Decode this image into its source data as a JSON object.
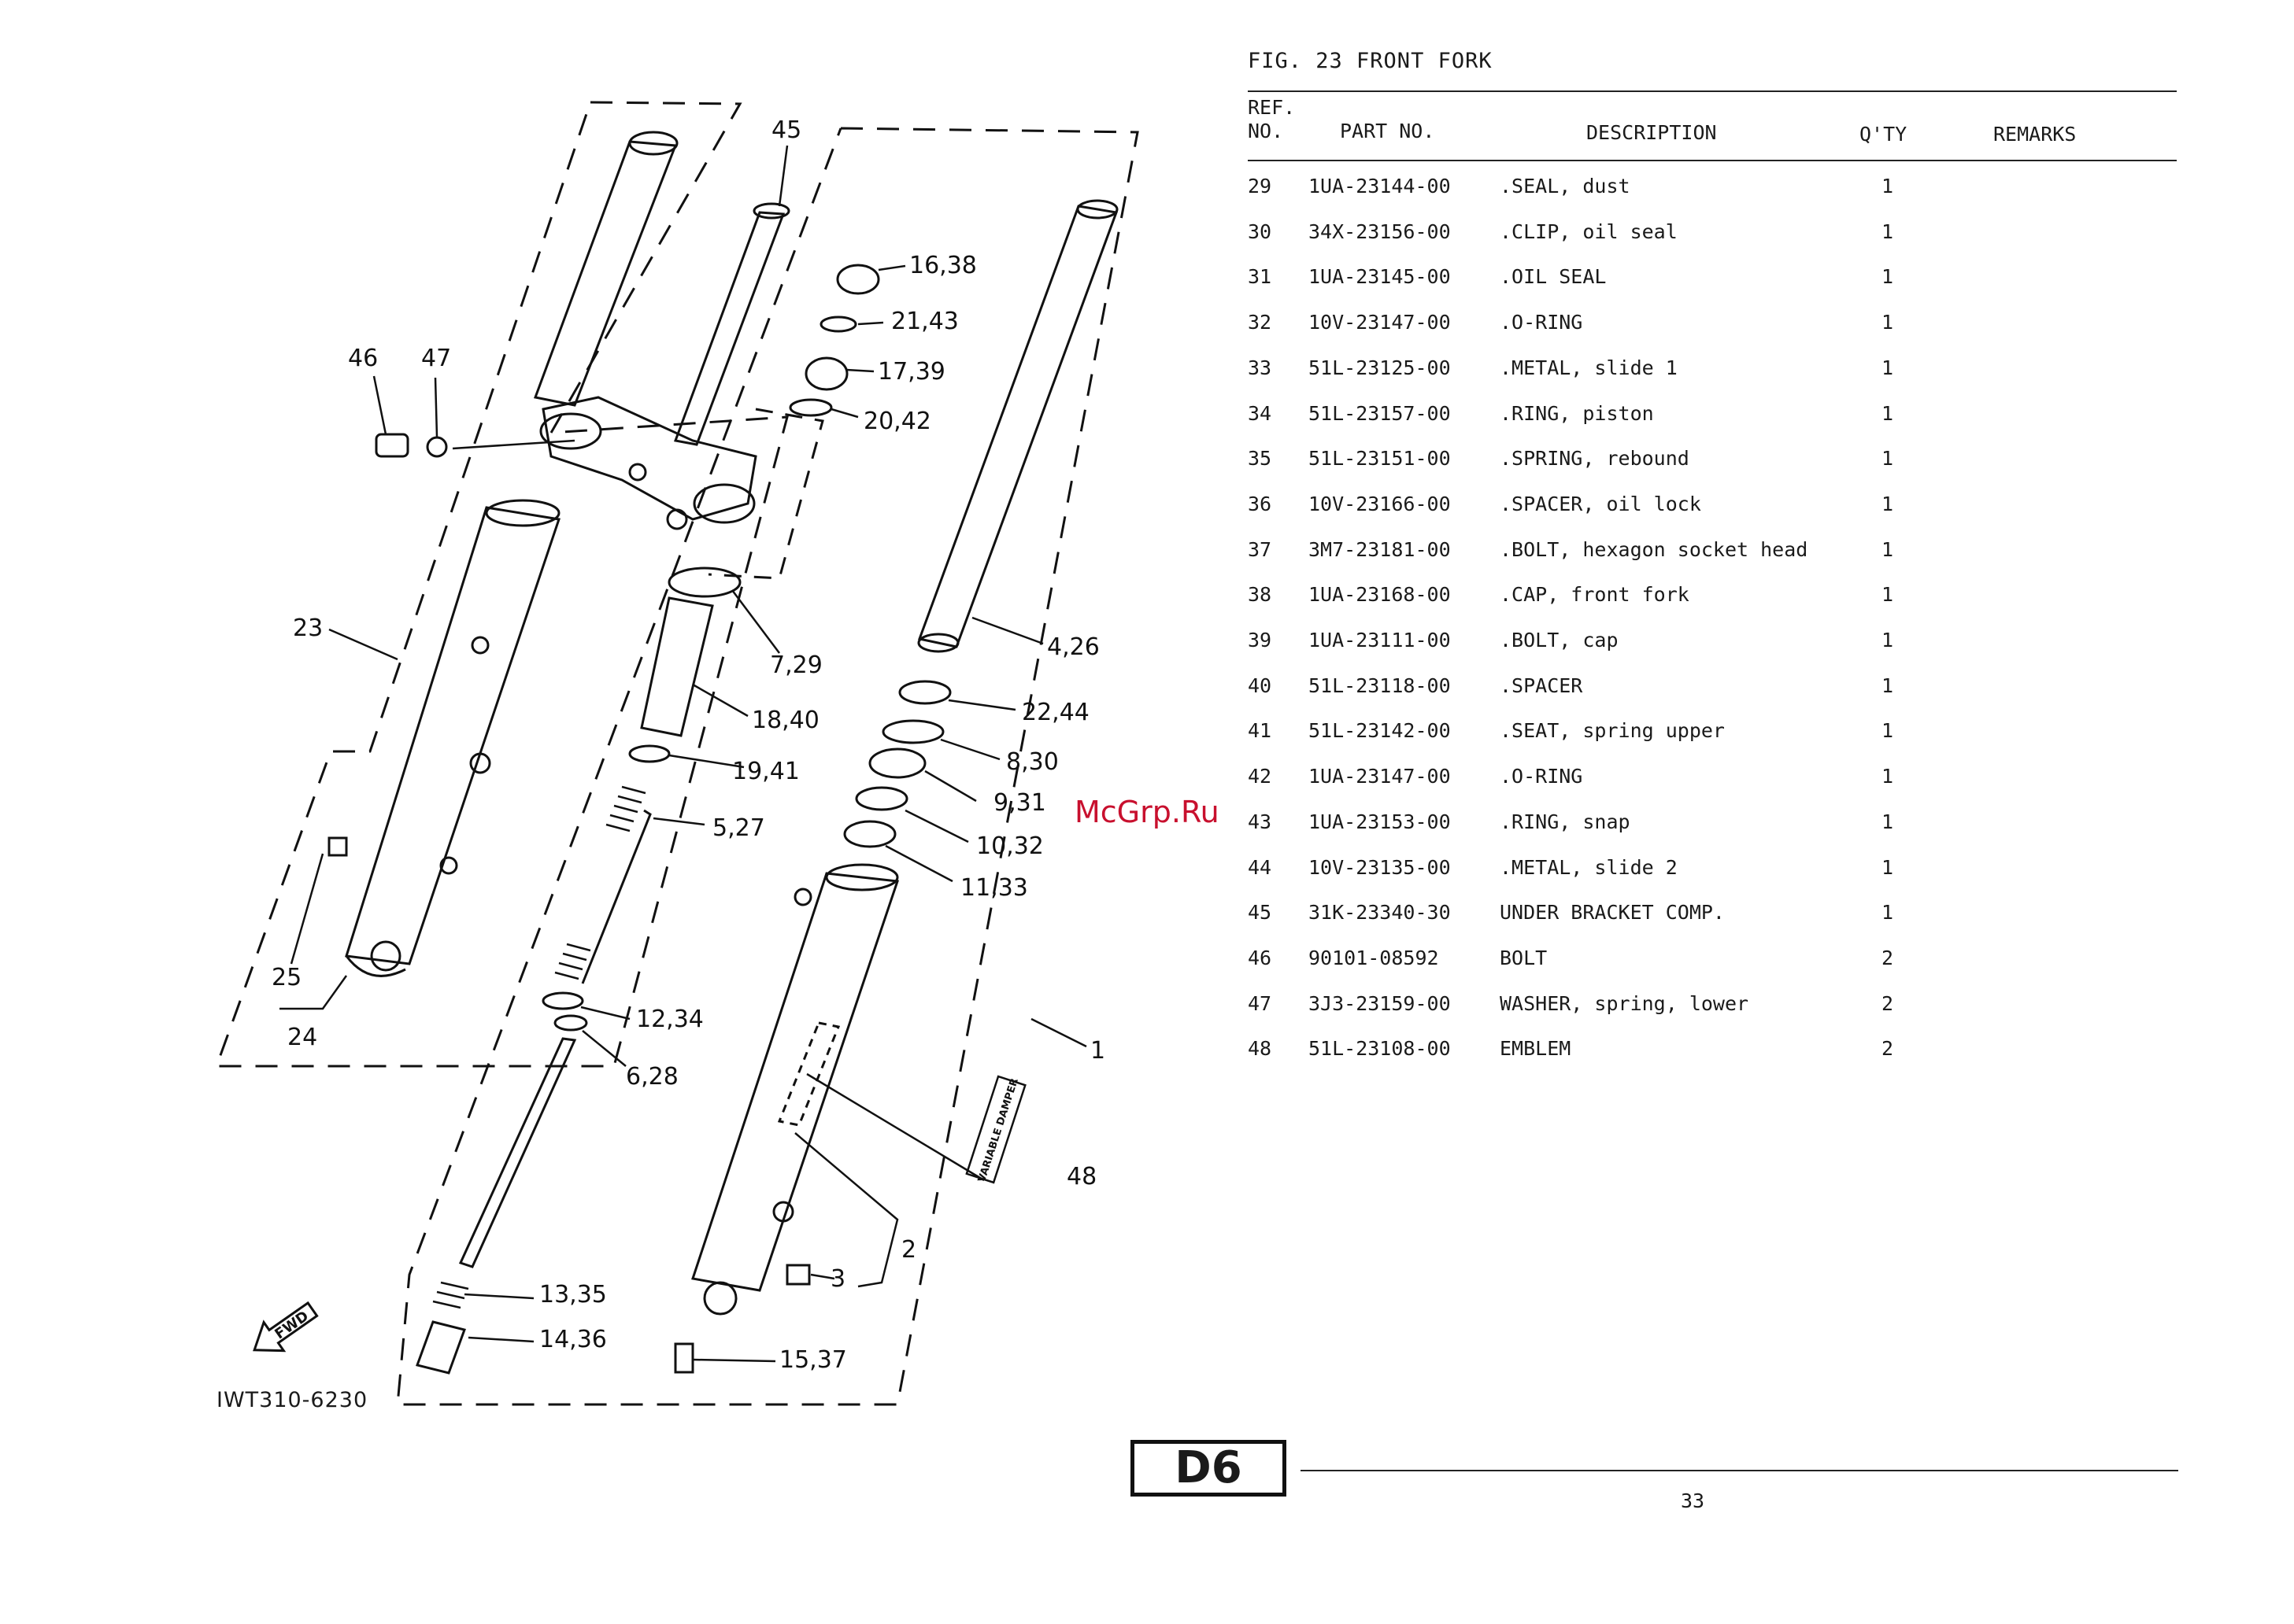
{
  "figure": {
    "title": "FIG. 23  FRONT FORK",
    "drawing_code": "IWT310-6230",
    "section": "D6",
    "page": "33",
    "watermark": "McGrp.Ru"
  },
  "table": {
    "headers": {
      "ref_line1": "REF.",
      "ref_line2": "NO.",
      "part": "PART NO.",
      "desc": "DESCRIPTION",
      "qty": "Q'TY",
      "remarks": "REMARKS"
    },
    "rows": [
      {
        "ref": "29",
        "part": "1UA-23144-00",
        "desc": ".SEAL, dust",
        "qty": "1"
      },
      {
        "ref": "30",
        "part": "34X-23156-00",
        "desc": ".CLIP, oil seal",
        "qty": "1"
      },
      {
        "ref": "31",
        "part": "1UA-23145-00",
        "desc": ".OIL SEAL",
        "qty": "1"
      },
      {
        "ref": "32",
        "part": "10V-23147-00",
        "desc": ".O-RING",
        "qty": "1"
      },
      {
        "ref": "33",
        "part": "51L-23125-00",
        "desc": ".METAL, slide 1",
        "qty": "1"
      },
      {
        "ref": "34",
        "part": "51L-23157-00",
        "desc": ".RING, piston",
        "qty": "1"
      },
      {
        "ref": "35",
        "part": "51L-23151-00",
        "desc": ".SPRING, rebound",
        "qty": "1"
      },
      {
        "ref": "36",
        "part": "10V-23166-00",
        "desc": ".SPACER, oil lock",
        "qty": "1"
      },
      {
        "ref": "37",
        "part": "3M7-23181-00",
        "desc": ".BOLT, hexagon socket head",
        "qty": "1"
      },
      {
        "ref": "38",
        "part": "1UA-23168-00",
        "desc": ".CAP, front fork",
        "qty": "1"
      },
      {
        "ref": "39",
        "part": "1UA-23111-00",
        "desc": ".BOLT, cap",
        "qty": "1"
      },
      {
        "ref": "40",
        "part": "51L-23118-00",
        "desc": ".SPACER",
        "qty": "1"
      },
      {
        "ref": "41",
        "part": "51L-23142-00",
        "desc": ".SEAT, spring upper",
        "qty": "1"
      },
      {
        "ref": "42",
        "part": "1UA-23147-00",
        "desc": ".O-RING",
        "qty": "1"
      },
      {
        "ref": "43",
        "part": "1UA-23153-00",
        "desc": ".RING, snap",
        "qty": "1"
      },
      {
        "ref": "44",
        "part": "10V-23135-00",
        "desc": ".METAL, slide 2",
        "qty": "1"
      },
      {
        "ref": "45",
        "part": "31K-23340-30",
        "desc": "UNDER BRACKET COMP.",
        "qty": "1"
      },
      {
        "ref": "46",
        "part": "90101-08592",
        "desc": "BOLT",
        "qty": "2"
      },
      {
        "ref": "47",
        "part": "3J3-23159-00",
        "desc": "WASHER, spring, lower",
        "qty": "2"
      },
      {
        "ref": "48",
        "part": "51L-23108-00",
        "desc": "EMBLEM",
        "qty": "2"
      }
    ]
  },
  "callouts": {
    "c45": "45",
    "c16_38": "16,38",
    "c21_43": "21,43",
    "c17_39": "17,39",
    "c20_42": "20,42",
    "c46": "46",
    "c47": "47",
    "c23": "23",
    "c7_29": "7,29",
    "c4_26": "4,26",
    "c18_40": "18,40",
    "c22_44": "22,44",
    "c8_30": "8,30",
    "c19_41": "19,41",
    "c9_31": "9,31",
    "c5_27": "5,27",
    "c10_32": "10,32",
    "c11_33": "11,33",
    "c25": "25",
    "c24": "24",
    "c12_34": "12,34",
    "c1": "1",
    "c6_28": "6,28",
    "c48": "48",
    "c2": "2",
    "c3": "3",
    "c13_35": "13,35",
    "c14_36": "14,36",
    "c15_37": "15,37",
    "fwd": "FWD",
    "emblem": "VARIABLE DAMPER"
  }
}
